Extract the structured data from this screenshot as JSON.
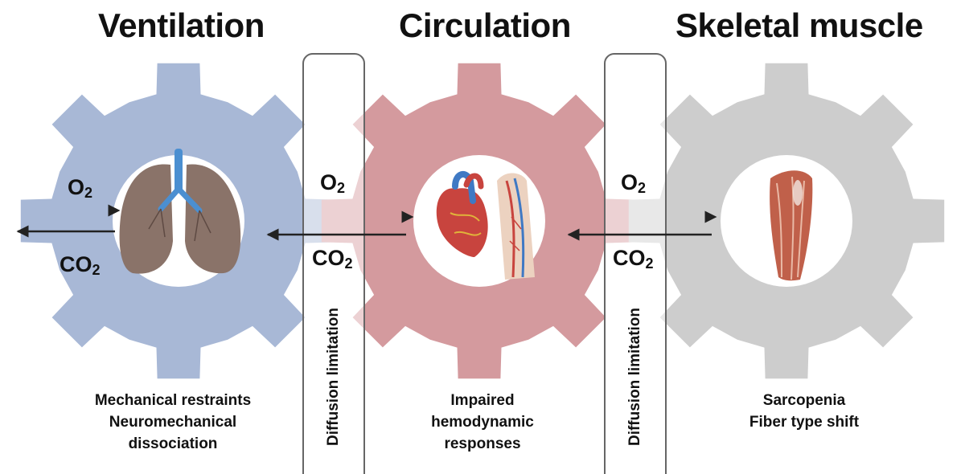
{
  "titles": {
    "ventilation": "Ventilation",
    "circulation": "Circulation",
    "skeletal_muscle": "Skeletal muscle"
  },
  "gases": {
    "o2": "O",
    "co2": "CO",
    "subscript": "2"
  },
  "membrane_label": "Diffusion limitation",
  "captions": {
    "ventilation": [
      "Mechanical restraints",
      "Neuromechanical",
      "dissociation"
    ],
    "circulation": [
      "Impaired",
      "hemodynamic",
      "responses"
    ],
    "skeletal_muscle": [
      "Sarcopenia",
      "Fiber type shift"
    ]
  },
  "icons": {
    "ventilation": "lungs-icon",
    "circulation": "heart-and-vessels-icon",
    "skeletal_muscle": "muscle-icon"
  },
  "colors": {
    "ventilation_gear": "#a8b8d6",
    "circulation_gear": "#d49a9e",
    "muscle_gear": "#cdcdcd",
    "arrow": "#222222"
  }
}
